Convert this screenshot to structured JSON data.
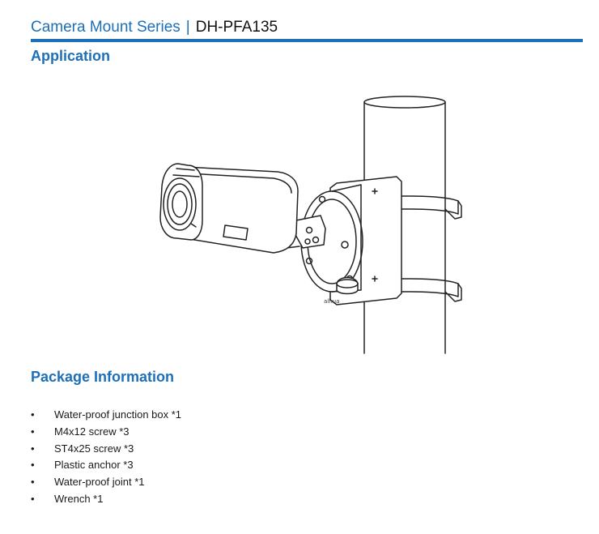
{
  "header": {
    "series": "Camera Mount Series",
    "separator": "|",
    "model": "DH-PFA135",
    "rule_color": "#1d6fb8"
  },
  "sections": {
    "application": {
      "heading": "Application"
    },
    "package": {
      "heading": "Package Information",
      "bullet": "•",
      "items": [
        "Water-proof junction box *1",
        "M4x12 screw *3",
        "ST4x25 screw *3",
        "Plastic anchor *3",
        "Water-proof joint *1",
        "Wrench *1"
      ]
    }
  },
  "illustration": {
    "icon": "camera-pole-mount-illustration",
    "brand_mark": "alhua",
    "accent_color": "#1d6fb8"
  }
}
